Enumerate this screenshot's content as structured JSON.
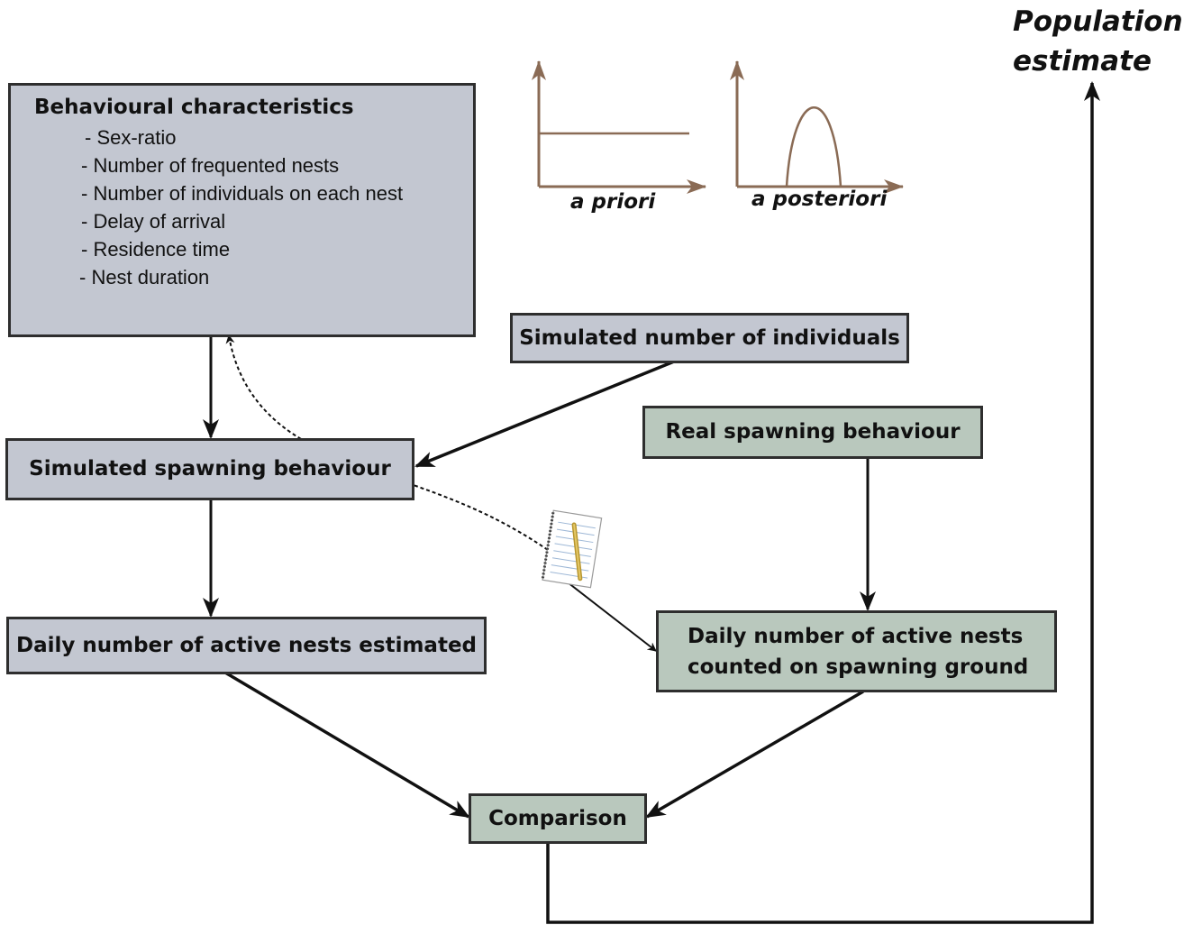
{
  "title": "Population estimate",
  "behaviour": {
    "title": "Behavioural characteristics",
    "items": [
      "- Sex-ratio",
      "- Number of frequented nests",
      "- Number of individuals on each nest",
      "- Delay of arrival",
      "- Residence time",
      "- Nest duration"
    ]
  },
  "nodes": {
    "simulated_individuals": "Simulated number of individuals",
    "simulated_spawning": "Simulated spawning behaviour",
    "real_spawning": "Real spawning behaviour",
    "daily_estimated": "Daily number of active nests estimated",
    "daily_counted_line1": "Daily number of active nests",
    "daily_counted_line2": "counted on spawning ground",
    "comparison": "Comparison"
  },
  "distributions": {
    "prior_label": "a priori",
    "posterior_label": "a posteriori"
  },
  "colors": {
    "simulated_box": "#c3c7d1",
    "observed_box": "#b9c8bd",
    "distribution_axis": "#8a6b55",
    "arrow": "#111111"
  },
  "icons": {
    "notepad": "notepad-pen-icon"
  }
}
